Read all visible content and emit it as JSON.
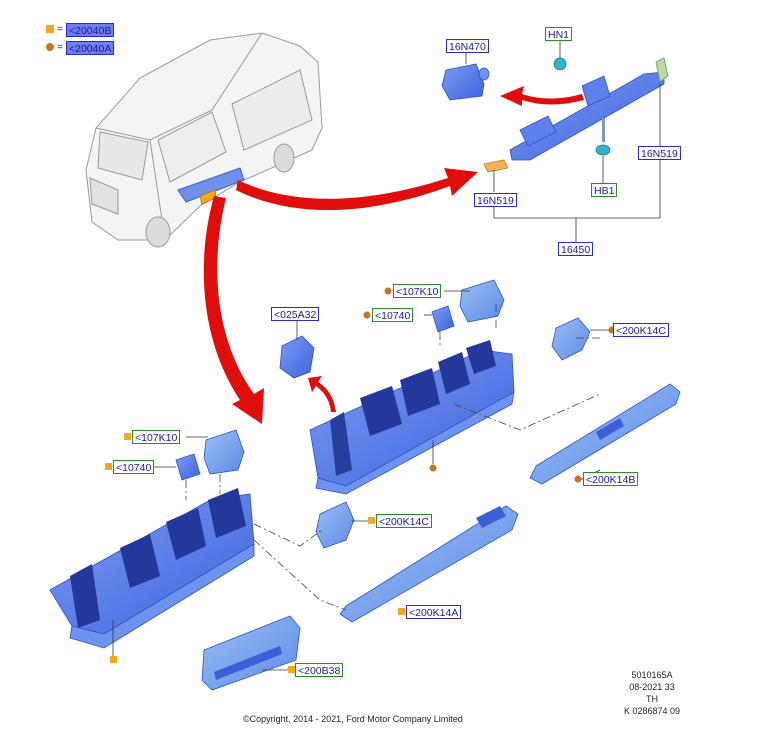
{
  "legend": {
    "square_symbol": "■",
    "square_label": "<20040B",
    "dot_symbol": "●",
    "dot_label": "<20040A",
    "equals": "="
  },
  "callouts": {
    "c_16N470": "16N470",
    "c_HN1": "HN1",
    "c_HB1": "HB1",
    "c_16N519_right": "16N519",
    "c_16N519_left": "16N519",
    "c_16450": "16450",
    "c_107K10_top": "<107K10",
    "c_10740_top": "<10740",
    "c_025A32": "<025A32",
    "c_200K14C_top": "<200K14C",
    "c_200K14B": "<200K14B",
    "c_107K10_left": "<107K10",
    "c_10740_left": "<10740",
    "c_200K14C_mid": "<200K14C",
    "c_200K14A": "<200K14A",
    "c_200B38": "<200B38"
  },
  "reference": {
    "line1": "5010165A",
    "line2": "08-2021 33",
    "line3": "TH",
    "line4": "K 0286874 09"
  },
  "copyright": "©Copyright, 2014 - 2021, Ford Motor Company Limited",
  "colors": {
    "part_blue": "#4f74e6",
    "part_blue_dark": "#2f4fc4",
    "part_light": "#6e93ee",
    "arrow_red": "#e00d0d",
    "marker_orange": "#f5a623",
    "marker_brown": "#c8741e",
    "label_blue": "#2a2ad0",
    "label_green": "#2d8a2d"
  }
}
